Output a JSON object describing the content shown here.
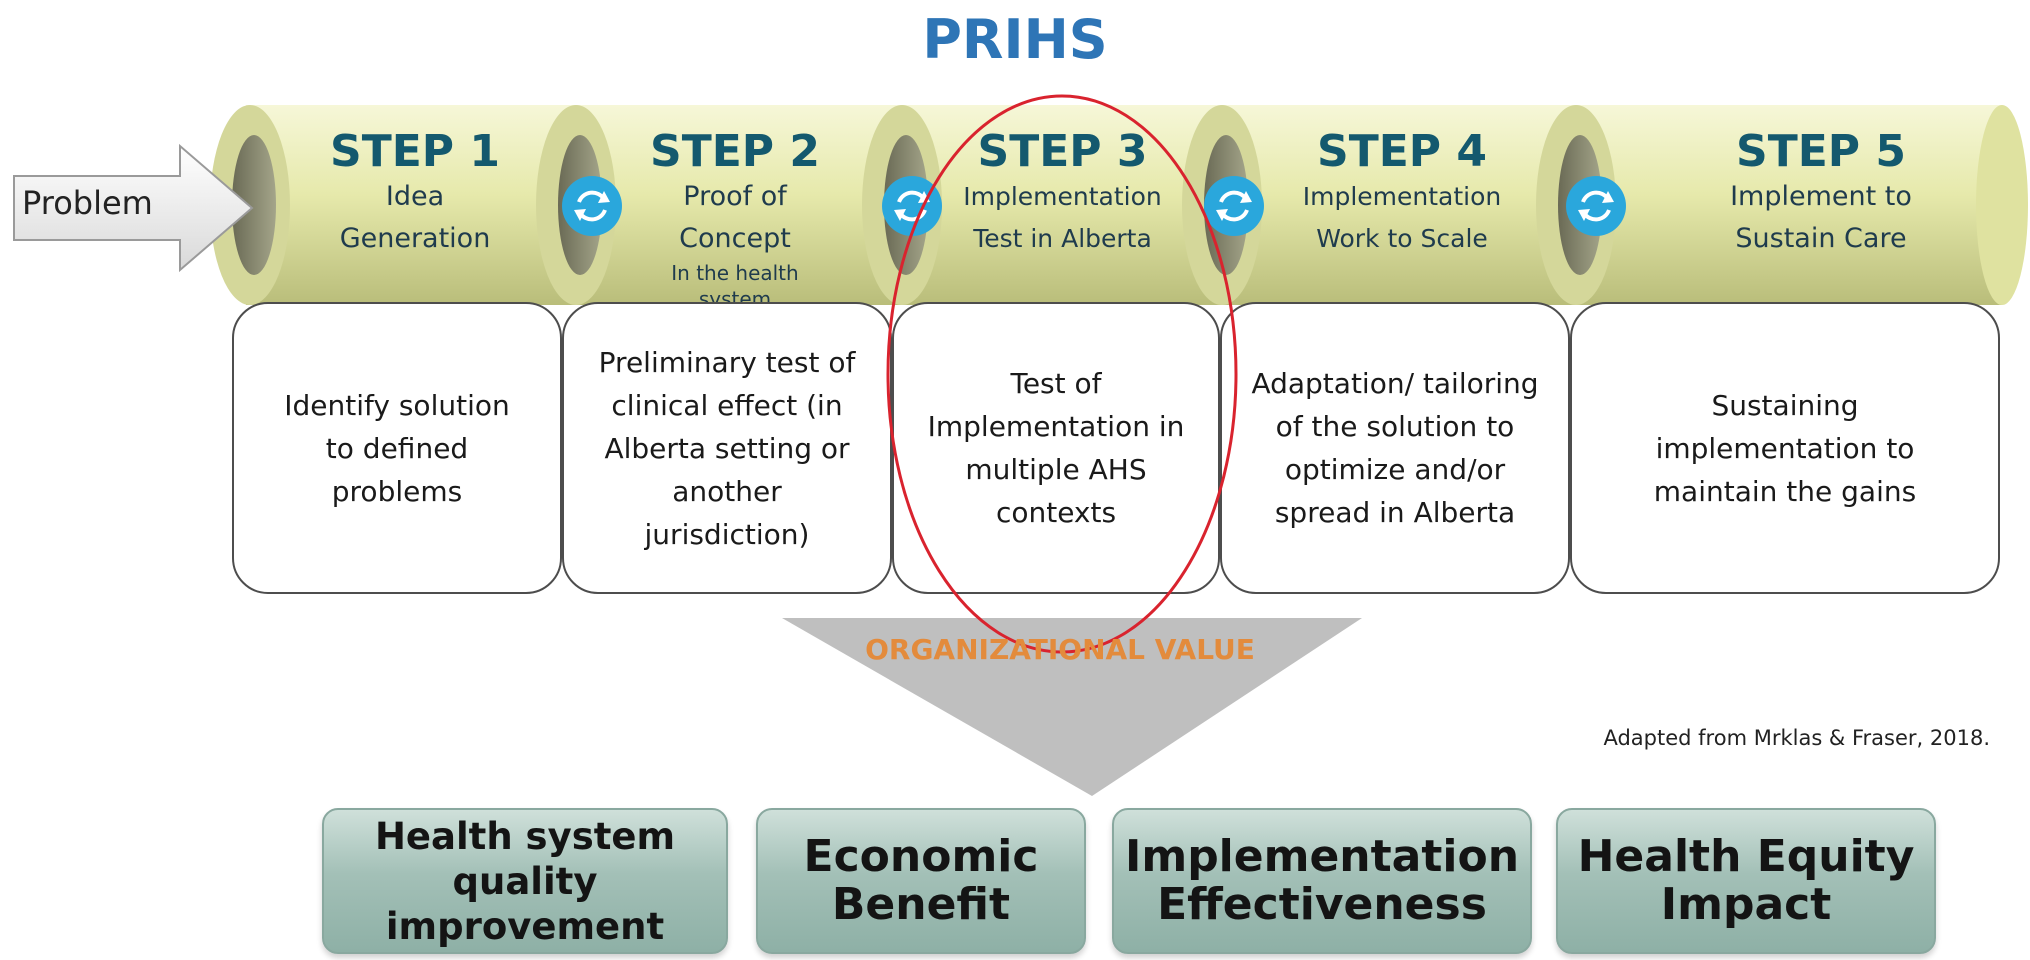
{
  "title": "PRIHS",
  "problem_label": "Problem",
  "steps": [
    {
      "number": "STEP 1",
      "name": "Idea Generation",
      "note": "",
      "description": "Identify solution to defined problems"
    },
    {
      "number": "STEP 2",
      "name": "Proof of Concept",
      "note": "In the health system",
      "description": "Preliminary test of clinical effect (in Alberta setting or another jurisdiction)"
    },
    {
      "number": "STEP 3",
      "name": "Implementation Test in Alberta",
      "note": "",
      "description": "Test of Implementation in multiple AHS contexts"
    },
    {
      "number": "STEP 4",
      "name": "Implementation Work to Scale",
      "note": "",
      "description": "Adaptation/ tailoring of the solution to optimize and/or spread in Alberta"
    },
    {
      "number": "STEP 5",
      "name": "Implement to Sustain Care",
      "note": "",
      "description": "Sustaining implementation to maintain the gains"
    }
  ],
  "organizational_value_label": "ORGANIZATIONAL VALUE",
  "citation": "Adapted from Mrklas & Fraser, 2018.",
  "outcomes": [
    {
      "label": "Health system quality improvement"
    },
    {
      "label": "Economic Benefit"
    },
    {
      "label": "Implementation Effectiveness"
    },
    {
      "label": "Health Equity Impact"
    }
  ],
  "highlighted_step": "STEP 3",
  "icons": [
    "arrow-right-icon",
    "refresh-cycle-icon"
  ],
  "colors": {
    "title": "#2e75b6",
    "step_number": "#14596e",
    "pipe": "#e4e6a6",
    "highlight_ellipse": "#d9232e",
    "cycle_icon": "#2aa7dc",
    "funnel": "#bfbfbf",
    "organizational_value": "#e38b3c",
    "outcome_box": "#a3c0b7"
  }
}
